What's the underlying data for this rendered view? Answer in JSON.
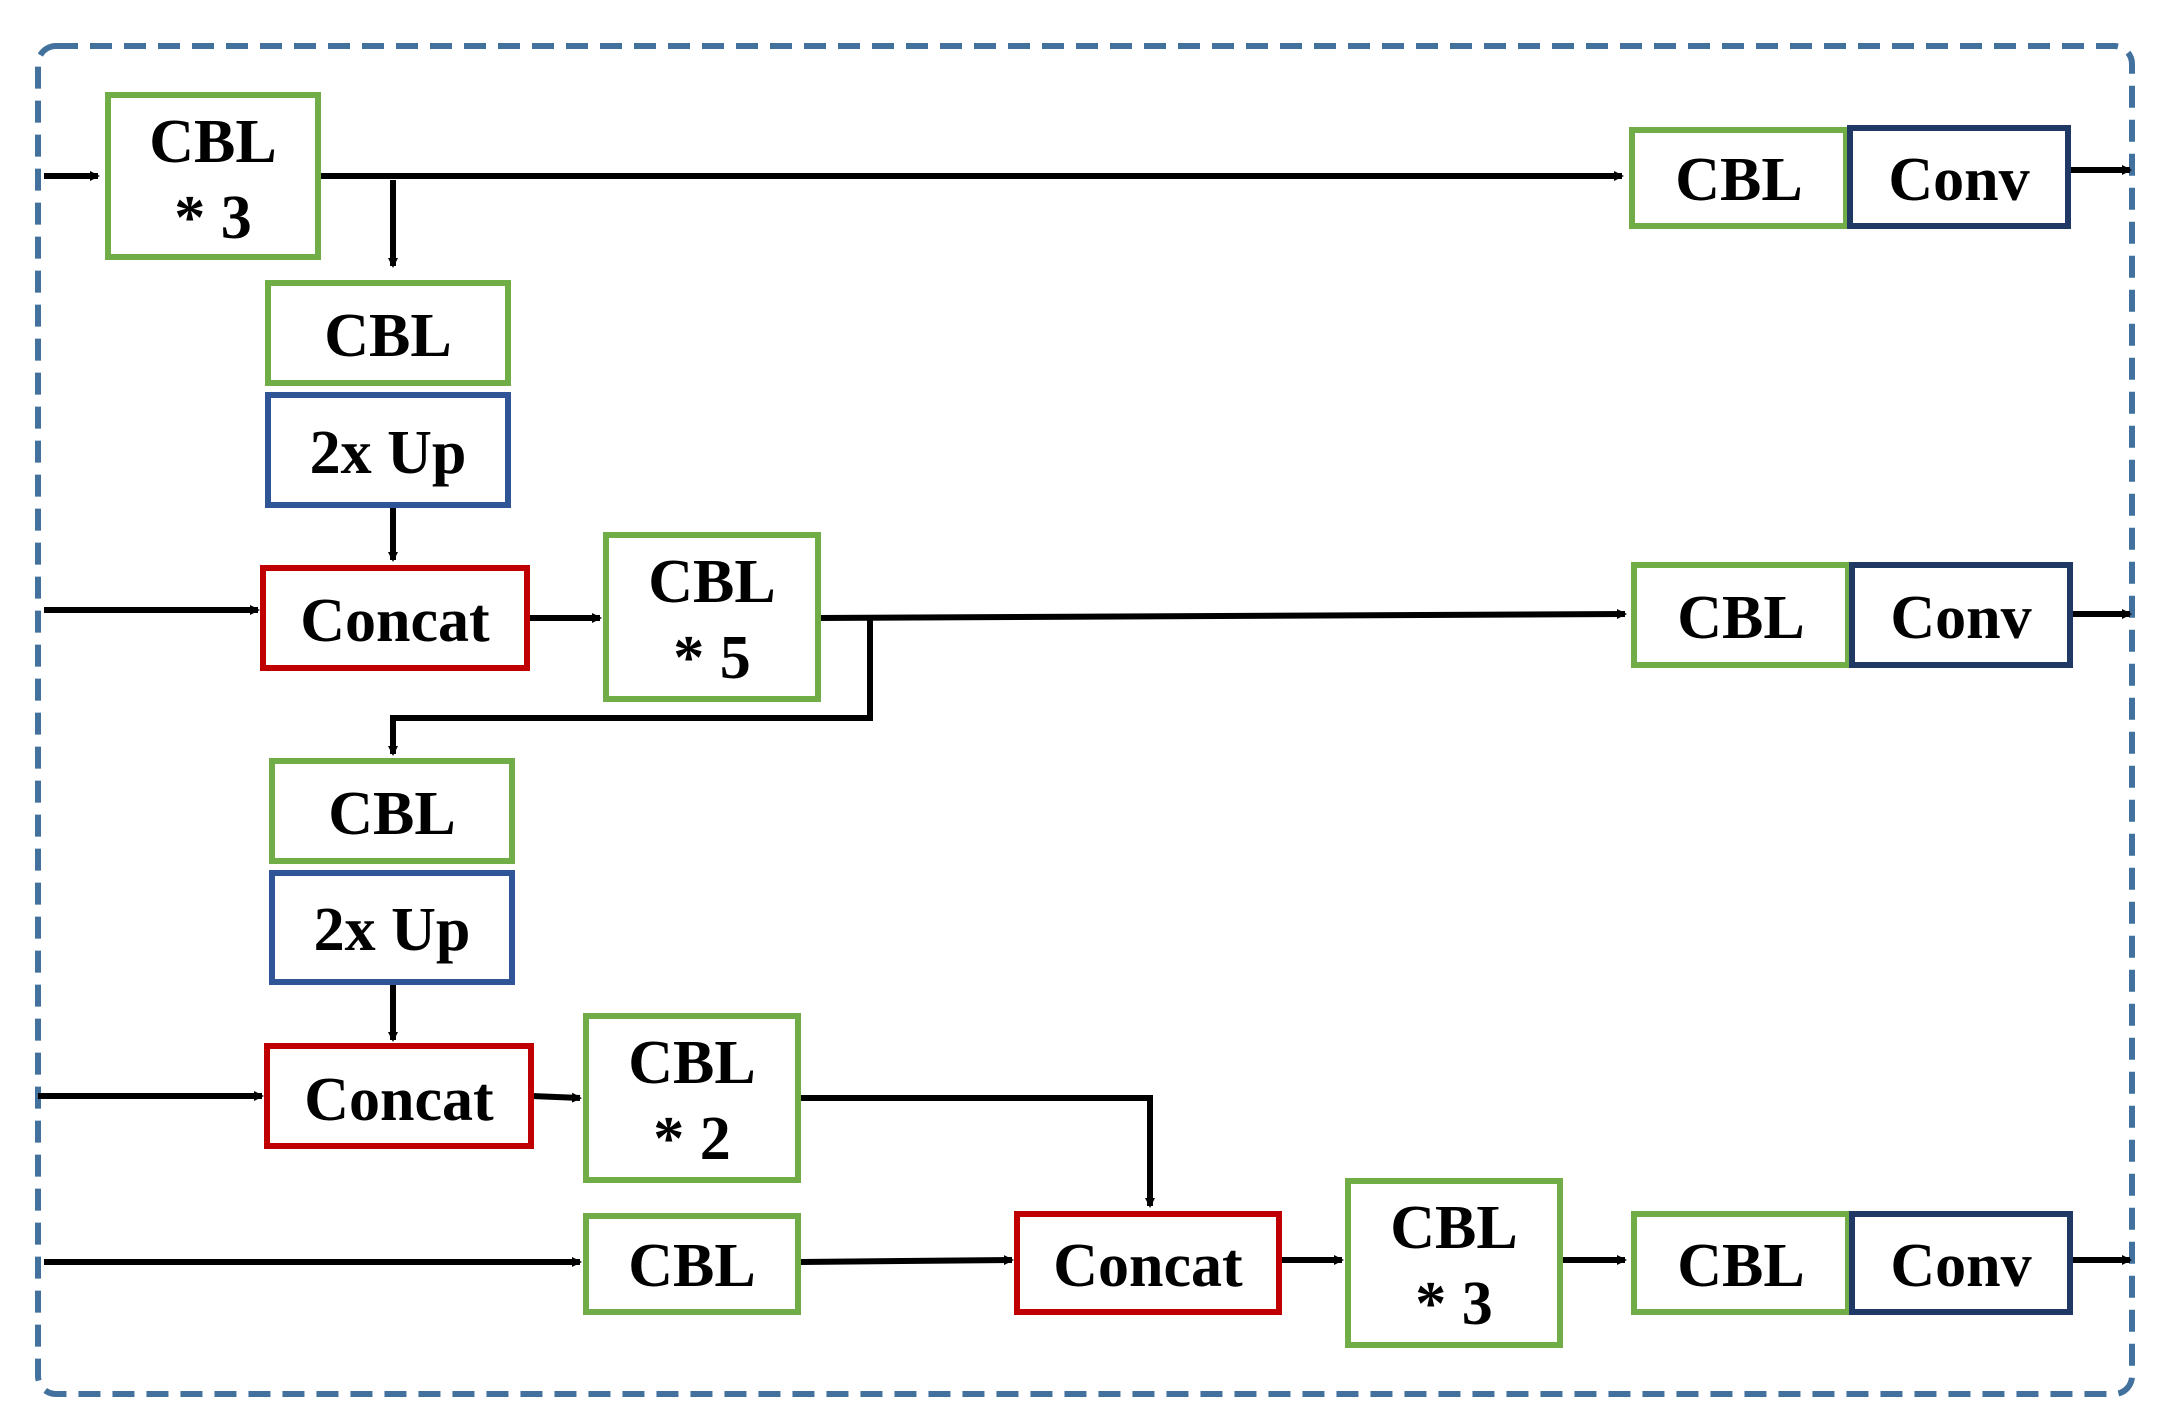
{
  "colors": {
    "frame": "#41719c",
    "cbl": "#70ad47",
    "conv": "#1f3864",
    "up": "#2f5597",
    "concat": "#c00000",
    "arrow": "#000000"
  },
  "blocks": {
    "cbl3_top": {
      "line1": "CBL",
      "line2": "* 3"
    },
    "cbl_out1": {
      "label": "CBL"
    },
    "conv_out1": {
      "label": "Conv"
    },
    "cbl_up1": {
      "label": "CBL"
    },
    "up1": {
      "label": "2x Up"
    },
    "concat1": {
      "label": "Concat"
    },
    "cbl5": {
      "line1": "CBL",
      "line2": "* 5"
    },
    "cbl_out2": {
      "label": "CBL"
    },
    "conv_out2": {
      "label": "Conv"
    },
    "cbl_up2": {
      "label": "CBL"
    },
    "up2": {
      "label": "2x Up"
    },
    "concat2": {
      "label": "Concat"
    },
    "cbl2": {
      "line1": "CBL",
      "line2": "* 2"
    },
    "cbl_bottom_in": {
      "label": "CBL"
    },
    "concat3": {
      "label": "Concat"
    },
    "cbl3_bottom": {
      "line1": "CBL",
      "line2": "* 3"
    },
    "cbl_out3": {
      "label": "CBL"
    },
    "conv_out3": {
      "label": "Conv"
    }
  }
}
